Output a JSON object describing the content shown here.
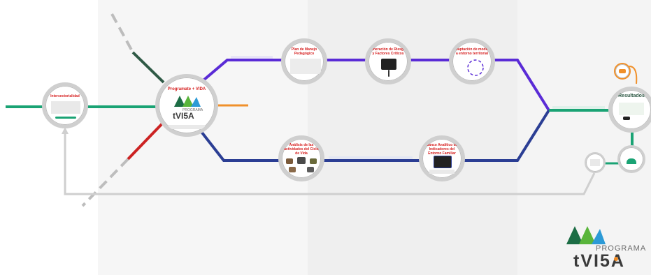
{
  "nodes": {
    "left": {
      "title": "Intersectorialidad"
    },
    "center": {
      "title": "Programate + VIDA",
      "logo_small": "PROGRAMA",
      "logo_big": "tVI5A"
    },
    "top1": {
      "title": "Plan de Manejo Pedagógico"
    },
    "top2": {
      "title": "Generación de Riesgos y Factores Críticos"
    },
    "top3": {
      "title": "Adaptación de modelo a entorno territorial"
    },
    "bottom1": {
      "title": "Análisis de las actividades del Ciclo de Vida"
    },
    "bottom2": {
      "title": "Banco Analítico de Indicadores del Entorno Familiar"
    },
    "right": {
      "title": "Resultados"
    },
    "right_small": {
      "title": ""
    }
  },
  "logo": {
    "small": "PROGRAMA",
    "big": "tVI5A"
  },
  "colors": {
    "green_line": "#1aa374",
    "dark_green_line": "#2e5945",
    "purple_line": "#5a2bd6",
    "navy_line": "#2b3e94",
    "red_line": "#cc2222",
    "orange_line": "#f0902a",
    "gray_line": "#c8c8c8",
    "dashed_gray": "#a8a8a8",
    "logo_dark_green": "#1c6d45",
    "logo_light_green": "#59b53b",
    "logo_blue": "#2c9ad6",
    "logo_orange": "#f08a24"
  }
}
